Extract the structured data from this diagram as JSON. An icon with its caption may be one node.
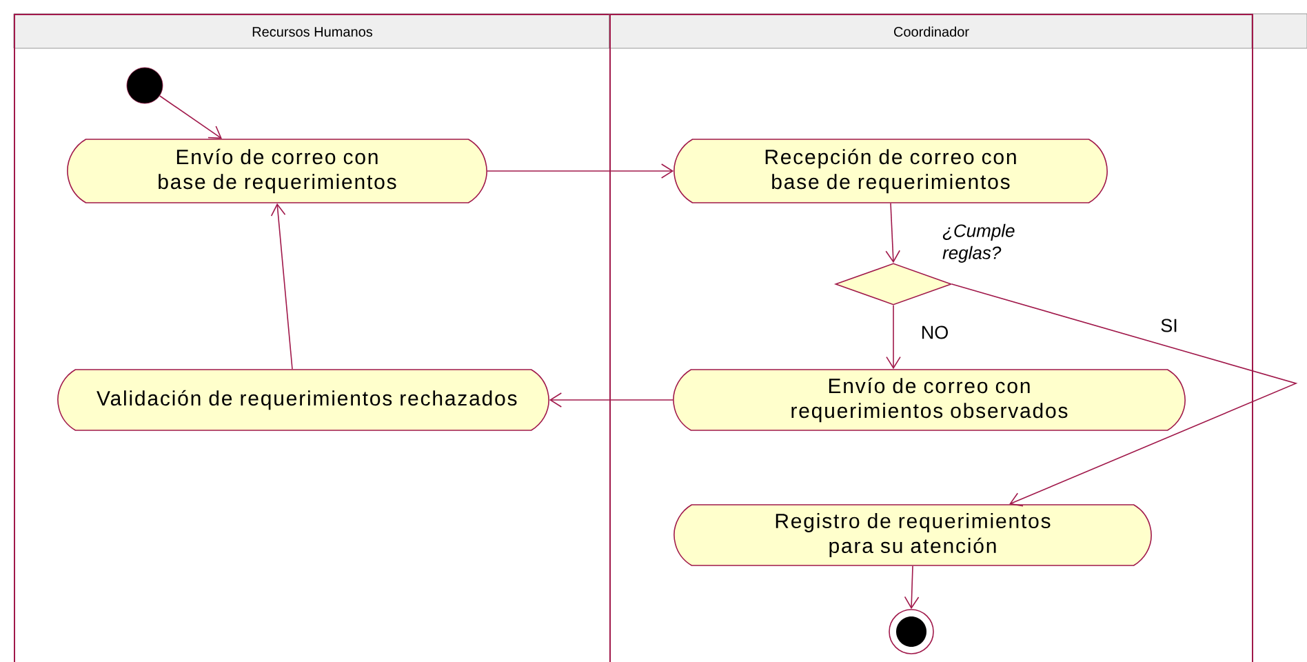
{
  "diagram": {
    "nodes": [
      {
        "text": [
          "Recursos Humanos"
        ]
      },
      {
        "text": [
          "Coordinador"
        ]
      },
      {
        "text": [],
        "shape": "circle",
        "in": 0
      },
      {
        "text": [
          "Envío de correo con base de requerimientos"
        ],
        "in": 0
      },
      {
        "text": [
          "Recepción de correo con base de requerimientos"
        ],
        "in": 1
      },
      {
        "text": [],
        "shape": "diamond",
        "in": 1,
        "beside": [
          "¿Cumple reglas?"
        ]
      },
      {
        "text": [
          "Validación de requerimientos rechazados"
        ],
        "in": 0
      },
      {
        "text": [
          "Envío de correo con requerimientos observados"
        ],
        "in": 1
      },
      {
        "text": [
          "Registro de requerimientos para su atención"
        ],
        "in": 1
      },
      {
        "text": [],
        "shape": "circle",
        "in": 1
      }
    ],
    "edges": [
      {
        "from": 2,
        "to": 3,
        "arrow": "to"
      },
      {
        "from": 3,
        "to": 4,
        "arrow": "to"
      },
      {
        "from": 4,
        "to": 5,
        "arrow": "to"
      },
      {
        "from": 5,
        "to": 7,
        "arrow": "to",
        "label": "NO"
      },
      {
        "from": 5,
        "to": 8,
        "arrow": "to",
        "label": "SI"
      },
      {
        "from": 7,
        "to": 6,
        "arrow": "to"
      },
      {
        "from": 6,
        "to": 3,
        "arrow": "to"
      },
      {
        "from": 8,
        "to": 9,
        "arrow": "to"
      }
    ]
  }
}
